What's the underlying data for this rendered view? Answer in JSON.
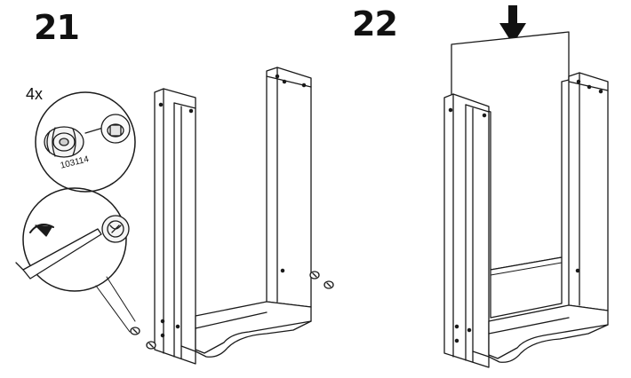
{
  "steps": [
    {
      "number": "21"
    },
    {
      "number": "22"
    }
  ],
  "callout": {
    "quantity": "4x",
    "part_number": "103114"
  }
}
